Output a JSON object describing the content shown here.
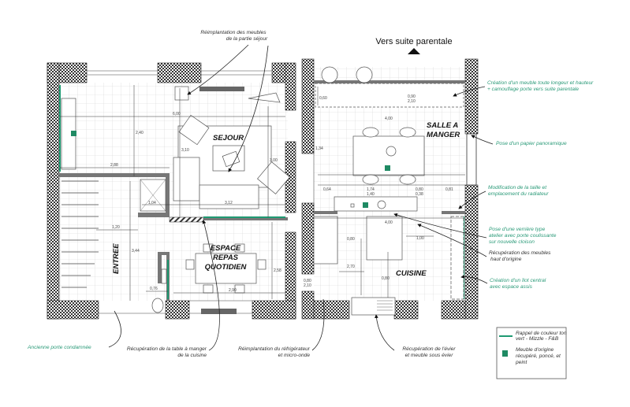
{
  "header": {
    "direction_label": "Vers suite parentale"
  },
  "rooms": {
    "sejour": "SEJOUR",
    "espace_repas": [
      "ESPACE",
      "REPAS",
      "QUOTIDIEN"
    ],
    "entree": "ENTREE",
    "salle_a_manger": [
      "SALLE A",
      "MANGER"
    ],
    "cuisine": "CUISINE"
  },
  "dimensions": {
    "sejour_width": "6,00",
    "sejour_depth": "2,40",
    "sejour_sofa": "3,10",
    "sejour_left": "2,88",
    "sejour_rug": "3,00",
    "sejour_bottom": "3,12",
    "closet": "1,04",
    "entree_width": "1,20",
    "entree_length": "3,44",
    "wc": "0,76",
    "repas_width": "2,90",
    "repas_depth": "2,58",
    "sam_top_unit": "0,60",
    "sam_door_a": "0,90",
    "sam_door_b": "2,10",
    "sam_width": "4,00",
    "sam_depth": "1,34",
    "sam_a": "0,64",
    "sam_b1": "1,74",
    "sam_b2": "1,40",
    "sam_c1": "0,80",
    "sam_c2": "0,38",
    "sam_d": "0,81",
    "cuisine_width": "4,00",
    "cuisine_a": "0,80",
    "cuisine_b": "1,00",
    "cuisine_depth": "2,70",
    "cuisine_c": "0,80",
    "cuisine_door_a": "0,80",
    "cuisine_door_b": "2,10"
  },
  "annotations": {
    "top_sejour": [
      "Réimplantation des meubles",
      "de la partie séjour"
    ],
    "meuble_toute_longueur": [
      "Création d'un meuble toute longeur et hauteur",
      "+ camouflage porte vers suite parentale"
    ],
    "papier_panoramique": [
      "Pose d'un papier panoramique"
    ],
    "radiateur": [
      "Modification de la taille et",
      "emplacement du radiateur"
    ],
    "verriere": [
      "Pose d'une verrière type",
      "atelier avec porte coulissante",
      "sur nouvelle cloison"
    ],
    "meubles_haut": [
      "Récupération des meubles",
      "haut d'origine"
    ],
    "ilot": [
      "Création d'un îlot central",
      "avec espace assis"
    ],
    "porte_condamnee": [
      "Ancienne porte condamnée"
    ],
    "table_cuisine": [
      "Récupération de la table à manger",
      "de la cuisine"
    ],
    "refrigerateur": [
      "Réimplantation du réfrigérateur",
      "et micro-onde"
    ],
    "evier": [
      "Récupération de l'évier",
      "et meuble sous évier"
    ]
  },
  "legend": {
    "green_line": [
      "Rappel de couleur ton",
      "vert - Mizzle - F&B"
    ],
    "green_square": [
      "Meuble d'origine",
      "récupéré, poncé, et",
      "peint"
    ]
  },
  "colors": {
    "accent_green": "#1f9a72",
    "annotation_green": "#2a9a78",
    "wall_grey": "#777777"
  }
}
